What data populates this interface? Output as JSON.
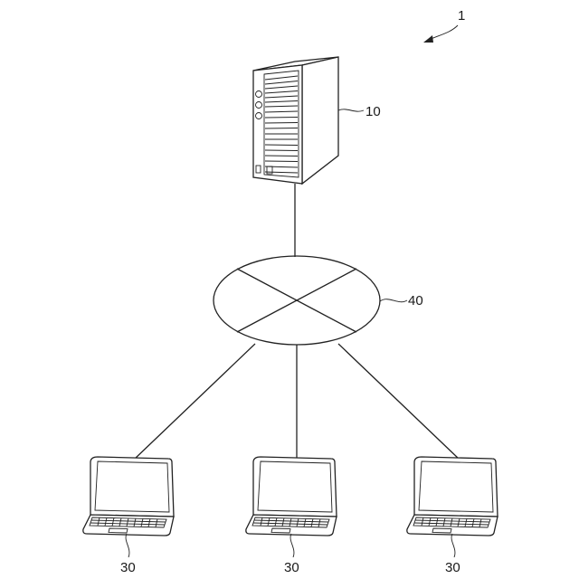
{
  "labels": {
    "system": "1",
    "server": "10",
    "network": "40",
    "terminal_left": "30",
    "terminal_center": "30",
    "terminal_right": "30"
  },
  "icons": {
    "server": "server-tower-icon",
    "network": "network-ellipse-icon",
    "terminal": "laptop-icon"
  }
}
